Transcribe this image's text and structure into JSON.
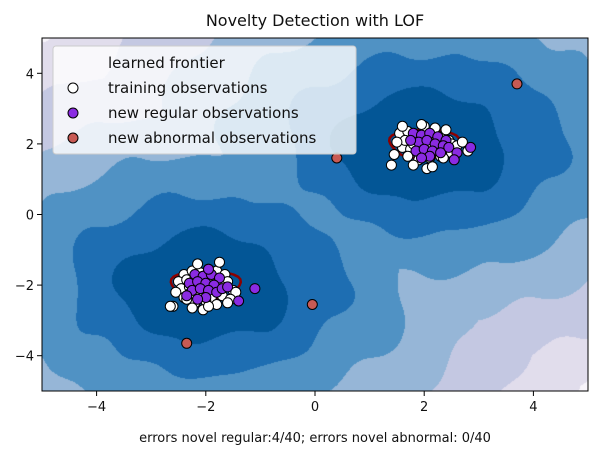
{
  "chart_data": {
    "type": "scatter",
    "title": "Novelty Detection with LOF",
    "xlabel": "errors novel regular:4/40; errors novel abnormal: 0/40",
    "ylabel": "",
    "xlim": [
      -5,
      5
    ],
    "ylim": [
      -5,
      5
    ],
    "xticks": [
      -4,
      -2,
      0,
      2,
      4
    ],
    "yticks": [
      -4,
      -2,
      0,
      2,
      4
    ],
    "xtick_labels": [
      "−4",
      "−2",
      "0",
      "2",
      "4"
    ],
    "ytick_labels": [
      "−4",
      "−2",
      "0",
      "2",
      "4"
    ],
    "grid": false,
    "legend_position": "top-left",
    "clusters": [
      {
        "center": [
          2,
          2
        ]
      },
      {
        "center": [
          -2,
          -2
        ]
      }
    ],
    "legend": [
      {
        "label": "learned frontier",
        "marker": "line",
        "color": "#8b0000"
      },
      {
        "label": "training observations",
        "marker": "circle",
        "color": "#ffffff"
      },
      {
        "label": "new regular observations",
        "marker": "circle",
        "color": "#8a2be2"
      },
      {
        "label": "new abnormal observations",
        "marker": "circle",
        "color": "#c85a54"
      }
    ],
    "series": [
      {
        "name": "training observations",
        "color": "#ffffff",
        "x": [
          1.55,
          1.7,
          1.85,
          2.0,
          2.15,
          2.3,
          2.45,
          1.6,
          1.75,
          1.9,
          2.05,
          2.2,
          2.35,
          2.5,
          1.65,
          1.8,
          1.95,
          2.1,
          2.25,
          2.4,
          1.5,
          2.6,
          1.45,
          2.7,
          1.9,
          2.1,
          1.7,
          2.3,
          2.5,
          1.6,
          2.0,
          2.2,
          2.4,
          1.8,
          2.05,
          1.4,
          2.8,
          2.15,
          1.95,
          2.35,
          -2.4,
          -2.25,
          -2.1,
          -1.95,
          -1.8,
          -1.65,
          -2.5,
          -2.35,
          -2.2,
          -2.05,
          -1.9,
          -1.75,
          -1.6,
          -2.45,
          -2.3,
          -2.15,
          -2.0,
          -1.85,
          -1.7,
          -2.55,
          -1.5,
          -2.6,
          -1.45,
          -2.1,
          -1.9,
          -2.3,
          -1.7,
          -2.0,
          -1.55,
          -2.2,
          -2.4,
          -1.8,
          -2.65,
          -2.05,
          -2.25,
          -1.95,
          -1.6,
          -2.35,
          -2.15,
          -1.75
        ],
        "y": [
          2.3,
          2.35,
          2.25,
          2.4,
          2.3,
          2.2,
          2.1,
          1.9,
          1.85,
          1.8,
          1.75,
          1.8,
          1.9,
          2.0,
          2.1,
          2.0,
          1.95,
          2.05,
          2.0,
          1.85,
          2.05,
          1.95,
          1.7,
          2.05,
          1.55,
          1.6,
          1.65,
          1.65,
          1.75,
          2.5,
          2.5,
          2.45,
          2.4,
          1.4,
          1.3,
          1.4,
          1.8,
          1.35,
          2.55,
          1.6,
          -1.7,
          -1.6,
          -1.65,
          -1.55,
          -1.6,
          -1.7,
          -1.9,
          -1.85,
          -1.8,
          -1.75,
          -1.8,
          -1.85,
          -1.9,
          -2.1,
          -2.05,
          -2.0,
          -1.95,
          -2.0,
          -2.05,
          -2.2,
          -2.15,
          -2.6,
          -2.2,
          -2.3,
          -2.35,
          -2.25,
          -2.3,
          -2.45,
          -2.4,
          -2.5,
          -2.35,
          -2.55,
          -2.6,
          -2.7,
          -2.65,
          -2.6,
          -2.5,
          -2.4,
          -1.4,
          -1.35
        ]
      },
      {
        "name": "new regular observations",
        "color": "#8a2be2",
        "x": [
          1.8,
          1.95,
          2.1,
          2.25,
          2.4,
          1.9,
          2.05,
          2.2,
          2.35,
          1.85,
          2.0,
          2.15,
          2.3,
          1.75,
          2.45,
          2.1,
          1.95,
          2.6,
          2.85,
          2.55,
          -2.2,
          -2.05,
          -1.9,
          -1.75,
          -2.3,
          -2.15,
          -2.0,
          -1.85,
          -2.25,
          -2.1,
          -1.95,
          -1.8,
          -2.35,
          -1.7,
          -2.0,
          -2.15,
          -1.6,
          -1.1,
          -1.4,
          -1.95
        ],
        "y": [
          2.3,
          2.25,
          2.3,
          2.2,
          2.1,
          2.05,
          2.1,
          2.0,
          1.95,
          1.8,
          1.85,
          1.8,
          1.75,
          2.1,
          1.9,
          1.65,
          1.6,
          1.75,
          1.9,
          1.55,
          -1.7,
          -1.75,
          -1.7,
          -1.8,
          -1.95,
          -1.9,
          -1.95,
          -2.0,
          -2.15,
          -2.1,
          -2.15,
          -2.2,
          -2.3,
          -2.1,
          -2.35,
          -2.4,
          -2.05,
          -2.1,
          -2.45,
          -1.55
        ]
      },
      {
        "name": "new abnormal observations",
        "color": "#c85a54",
        "x": [
          3.7,
          0.4,
          -0.05,
          -2.35
        ],
        "y": [
          3.7,
          1.6,
          -2.55,
          -3.65
        ]
      }
    ]
  }
}
